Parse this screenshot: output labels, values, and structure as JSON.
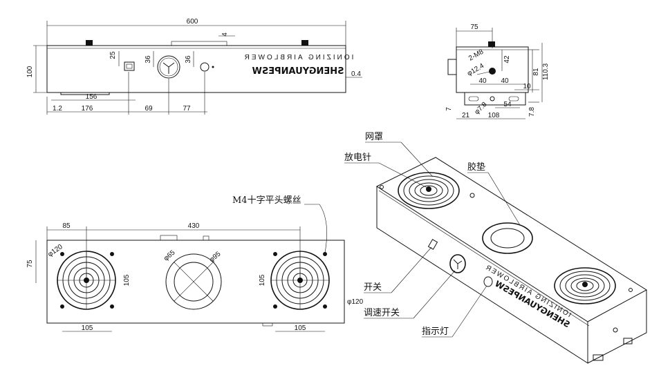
{
  "front_view": {
    "dims": {
      "overall_width": "600",
      "height": "100",
      "top_offset": "4",
      "switch_v": "25",
      "knob_v": "36",
      "light_v": "36",
      "right_gap": "0.4",
      "base_len": "156",
      "edge": "1.2",
      "switch_pos": "176",
      "knob_pos": "69",
      "light_pos": "77"
    },
    "brand": "SHENGYUANPESW",
    "subtitle": "IONIZING AIRBLOWER"
  },
  "side_view": {
    "dims": {
      "top": "75",
      "thread": "2-M8",
      "d1": "φ12.4",
      "v42": "42",
      "h81": "81",
      "h110": "110.3",
      "w40a": "40",
      "w40b": "40",
      "w10": "10",
      "d2": "φ7.8",
      "w54": "54",
      "w21": "21",
      "w108": "108",
      "h7": "7",
      "h78": "7.8"
    }
  },
  "bottom_view": {
    "dims": {
      "d85": "85",
      "d430": "430",
      "d75": "75",
      "fan_d_left": "φ120",
      "fan_d_right": "φ120",
      "hole_left": "105",
      "hole_right": "105",
      "hole_bottom_left": "105",
      "hole_bottom_right": "105",
      "pad_inner": "φ65",
      "pad_outer": "φ95"
    },
    "screw_label": "M4十字平头螺丝"
  },
  "iso_view": {
    "labels": {
      "grille": "网罩",
      "emitter": "放电针",
      "pad": "胶垫",
      "switch": "开关",
      "speed": "调速开关",
      "indicator": "指示灯"
    },
    "brand": "SHENGYUANPESW",
    "subtitle": "IONIZING AIRBLOWER"
  }
}
